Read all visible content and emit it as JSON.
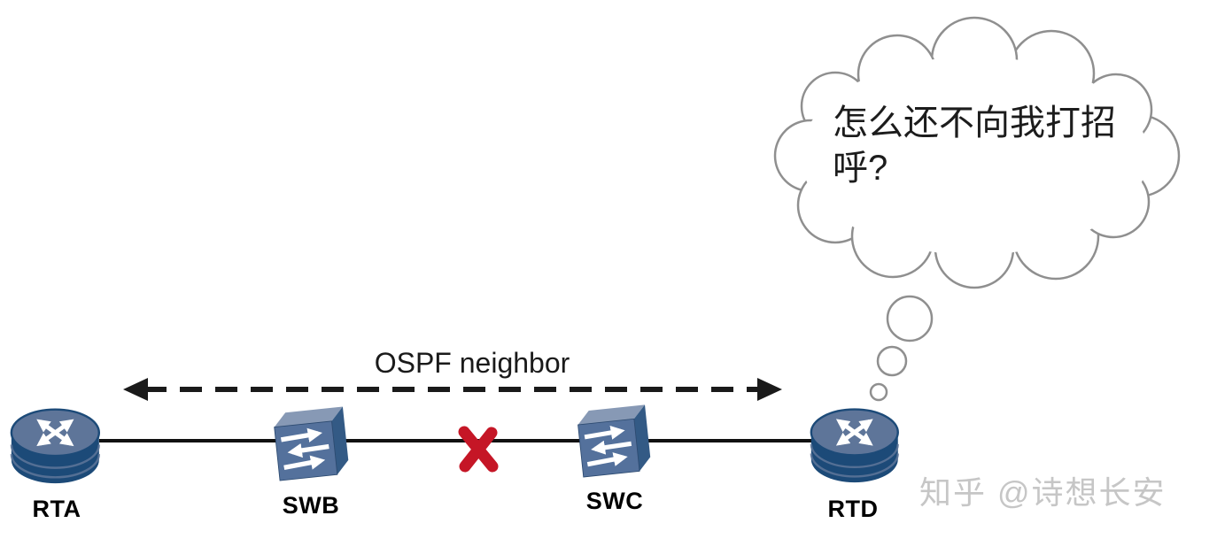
{
  "diagram": {
    "ospf_label": "OSPF neighbor",
    "devices": [
      {
        "label": "RTA",
        "type": "router"
      },
      {
        "label": "SWB",
        "type": "switch"
      },
      {
        "label": "SWC",
        "type": "switch"
      },
      {
        "label": "RTD",
        "type": "router"
      }
    ],
    "thought_bubble": {
      "text": "怎么还不向我打招呼?"
    },
    "link_failure": {
      "icon": "red-x-broken-link-icon",
      "color": "#c51626"
    },
    "colors": {
      "router_top": "#5e7599",
      "router_body": "#1c4a78",
      "switch_front": "#54719c",
      "switch_top": "#8799b5",
      "switch_side": "#335a85",
      "line_color": "#111111",
      "arrow_color": "#1a1a1a",
      "cloud_outline": "#8f8f8f",
      "red_x": "#c51626"
    }
  },
  "watermark": {
    "text": "知乎 @诗想长安"
  }
}
